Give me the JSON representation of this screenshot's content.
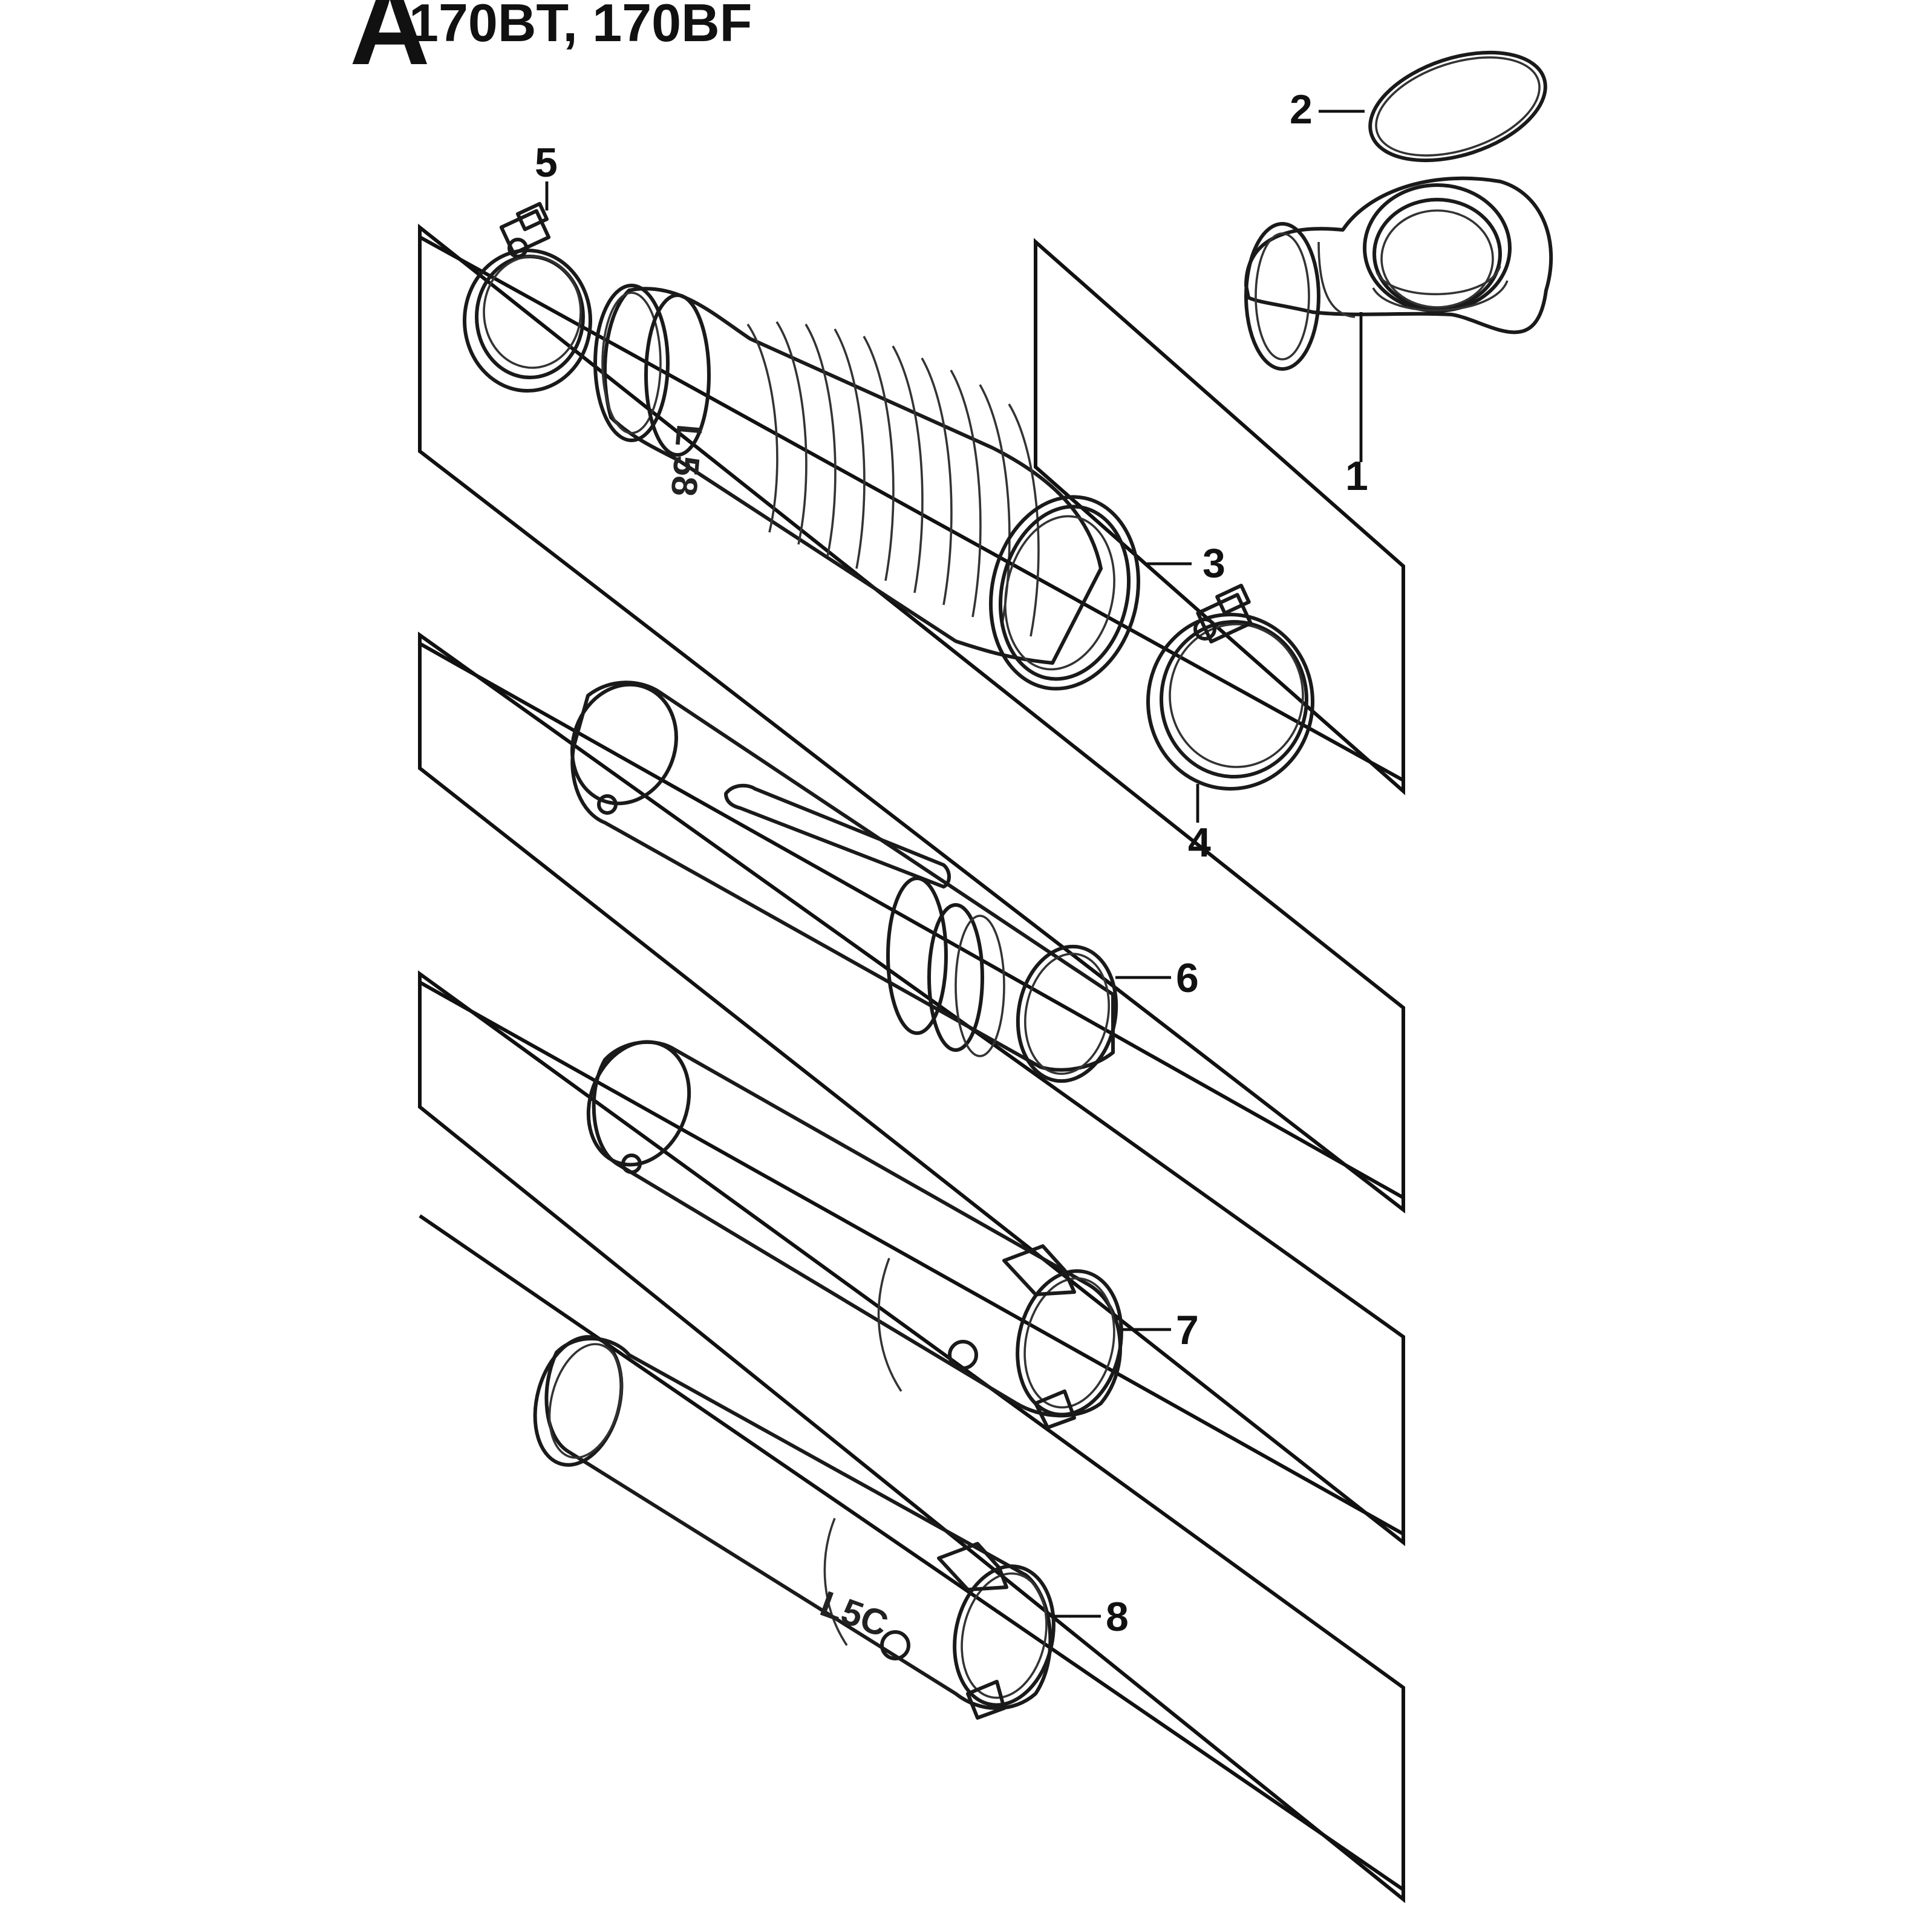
{
  "header": {
    "section_letter": "A",
    "models": "170BT, 170BF"
  },
  "parts": [
    {
      "number": "1"
    },
    {
      "number": "2"
    },
    {
      "number": "3"
    },
    {
      "number": "4"
    },
    {
      "number": "5"
    },
    {
      "number": "6"
    },
    {
      "number": "7"
    },
    {
      "number": "8"
    }
  ],
  "part_markings": {
    "hose_marking": "L 58",
    "tube_marking": "L5C"
  },
  "colors": {
    "ink": "#1a1a1a",
    "paper": "#ffffff",
    "shade_light": "#d9d9d9",
    "shade_mid": "#bdbdbd",
    "shade_dark": "#9a9a9a"
  }
}
